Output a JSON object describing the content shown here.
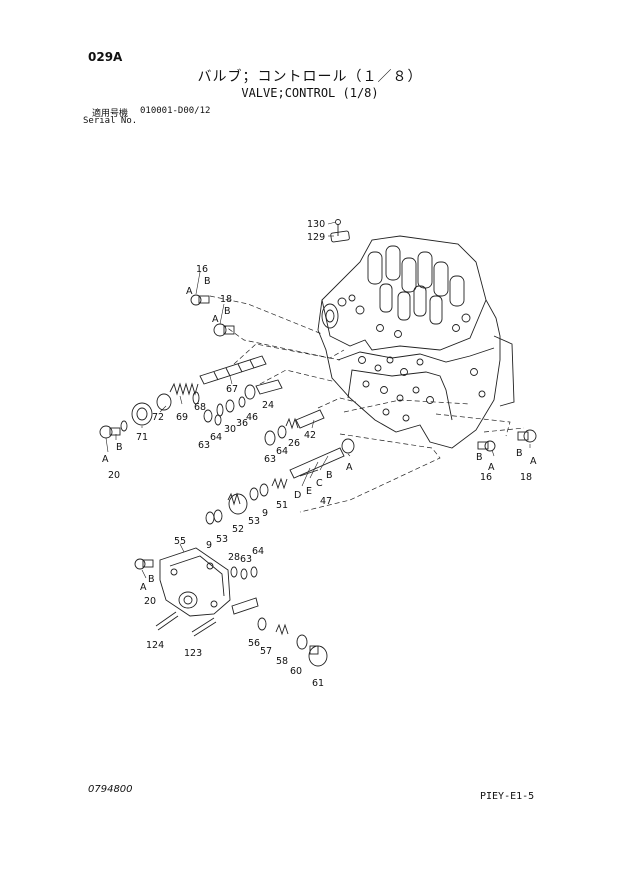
{
  "header": {
    "page_code": "029A",
    "title_jp": "バルブ；コントロール（１／８）",
    "title_en": "VALVE;CONTROL (1/8)",
    "serial_label_jp": "適用号機",
    "serial_range": "010001-D00/12",
    "serial_label_en": "Serial No."
  },
  "footer": {
    "drawing_number": "0794800",
    "doc_code": "PIEY-E1-5"
  },
  "parts": [
    {
      "id": "p130",
      "label": "130"
    },
    {
      "id": "p129",
      "label": "129"
    },
    {
      "id": "p16a",
      "label": "16"
    },
    {
      "id": "pB1",
      "label": "B"
    },
    {
      "id": "pA1",
      "label": "A"
    },
    {
      "id": "p18a",
      "label": "18"
    },
    {
      "id": "pA2",
      "label": "A"
    },
    {
      "id": "pB2",
      "label": "B"
    },
    {
      "id": "p67",
      "label": "67"
    },
    {
      "id": "p72",
      "label": "72"
    },
    {
      "id": "p69",
      "label": "69"
    },
    {
      "id": "p68",
      "label": "68"
    },
    {
      "id": "p24",
      "label": "24"
    },
    {
      "id": "p46",
      "label": "46"
    },
    {
      "id": "p36",
      "label": "36"
    },
    {
      "id": "p30",
      "label": "30"
    },
    {
      "id": "p64a",
      "label": "64"
    },
    {
      "id": "p63a",
      "label": "63"
    },
    {
      "id": "p71",
      "label": "71"
    },
    {
      "id": "pA3",
      "label": "A"
    },
    {
      "id": "pB3",
      "label": "B"
    },
    {
      "id": "p20a",
      "label": "20"
    },
    {
      "id": "p42",
      "label": "42"
    },
    {
      "id": "p26",
      "label": "26"
    },
    {
      "id": "p64b",
      "label": "64"
    },
    {
      "id": "p63b",
      "label": "63"
    },
    {
      "id": "pA4",
      "label": "A"
    },
    {
      "id": "pB4",
      "label": "B"
    },
    {
      "id": "pC4",
      "label": "C"
    },
    {
      "id": "pE4",
      "label": "E"
    },
    {
      "id": "pD4",
      "label": "D"
    },
    {
      "id": "p47",
      "label": "47"
    },
    {
      "id": "p51",
      "label": "51"
    },
    {
      "id": "p9a",
      "label": "9"
    },
    {
      "id": "p53a",
      "label": "53"
    },
    {
      "id": "p52",
      "label": "52"
    },
    {
      "id": "p53b",
      "label": "53"
    },
    {
      "id": "p9b",
      "label": "9"
    },
    {
      "id": "pB5",
      "label": "B"
    },
    {
      "id": "pA5",
      "label": "A"
    },
    {
      "id": "p16b",
      "label": "16"
    },
    {
      "id": "pB6",
      "label": "B"
    },
    {
      "id": "pA6",
      "label": "A"
    },
    {
      "id": "p18b",
      "label": "18"
    },
    {
      "id": "p55",
      "label": "55"
    },
    {
      "id": "p28",
      "label": "28"
    },
    {
      "id": "p64c",
      "label": "64"
    },
    {
      "id": "p63c",
      "label": "63"
    },
    {
      "id": "pB7",
      "label": "B"
    },
    {
      "id": "pA7",
      "label": "A"
    },
    {
      "id": "p20b",
      "label": "20"
    },
    {
      "id": "p124",
      "label": "124"
    },
    {
      "id": "p123",
      "label": "123"
    },
    {
      "id": "p56",
      "label": "56"
    },
    {
      "id": "p57",
      "label": "57"
    },
    {
      "id": "p58",
      "label": "58"
    },
    {
      "id": "p60",
      "label": "60"
    },
    {
      "id": "p61",
      "label": "61"
    }
  ]
}
